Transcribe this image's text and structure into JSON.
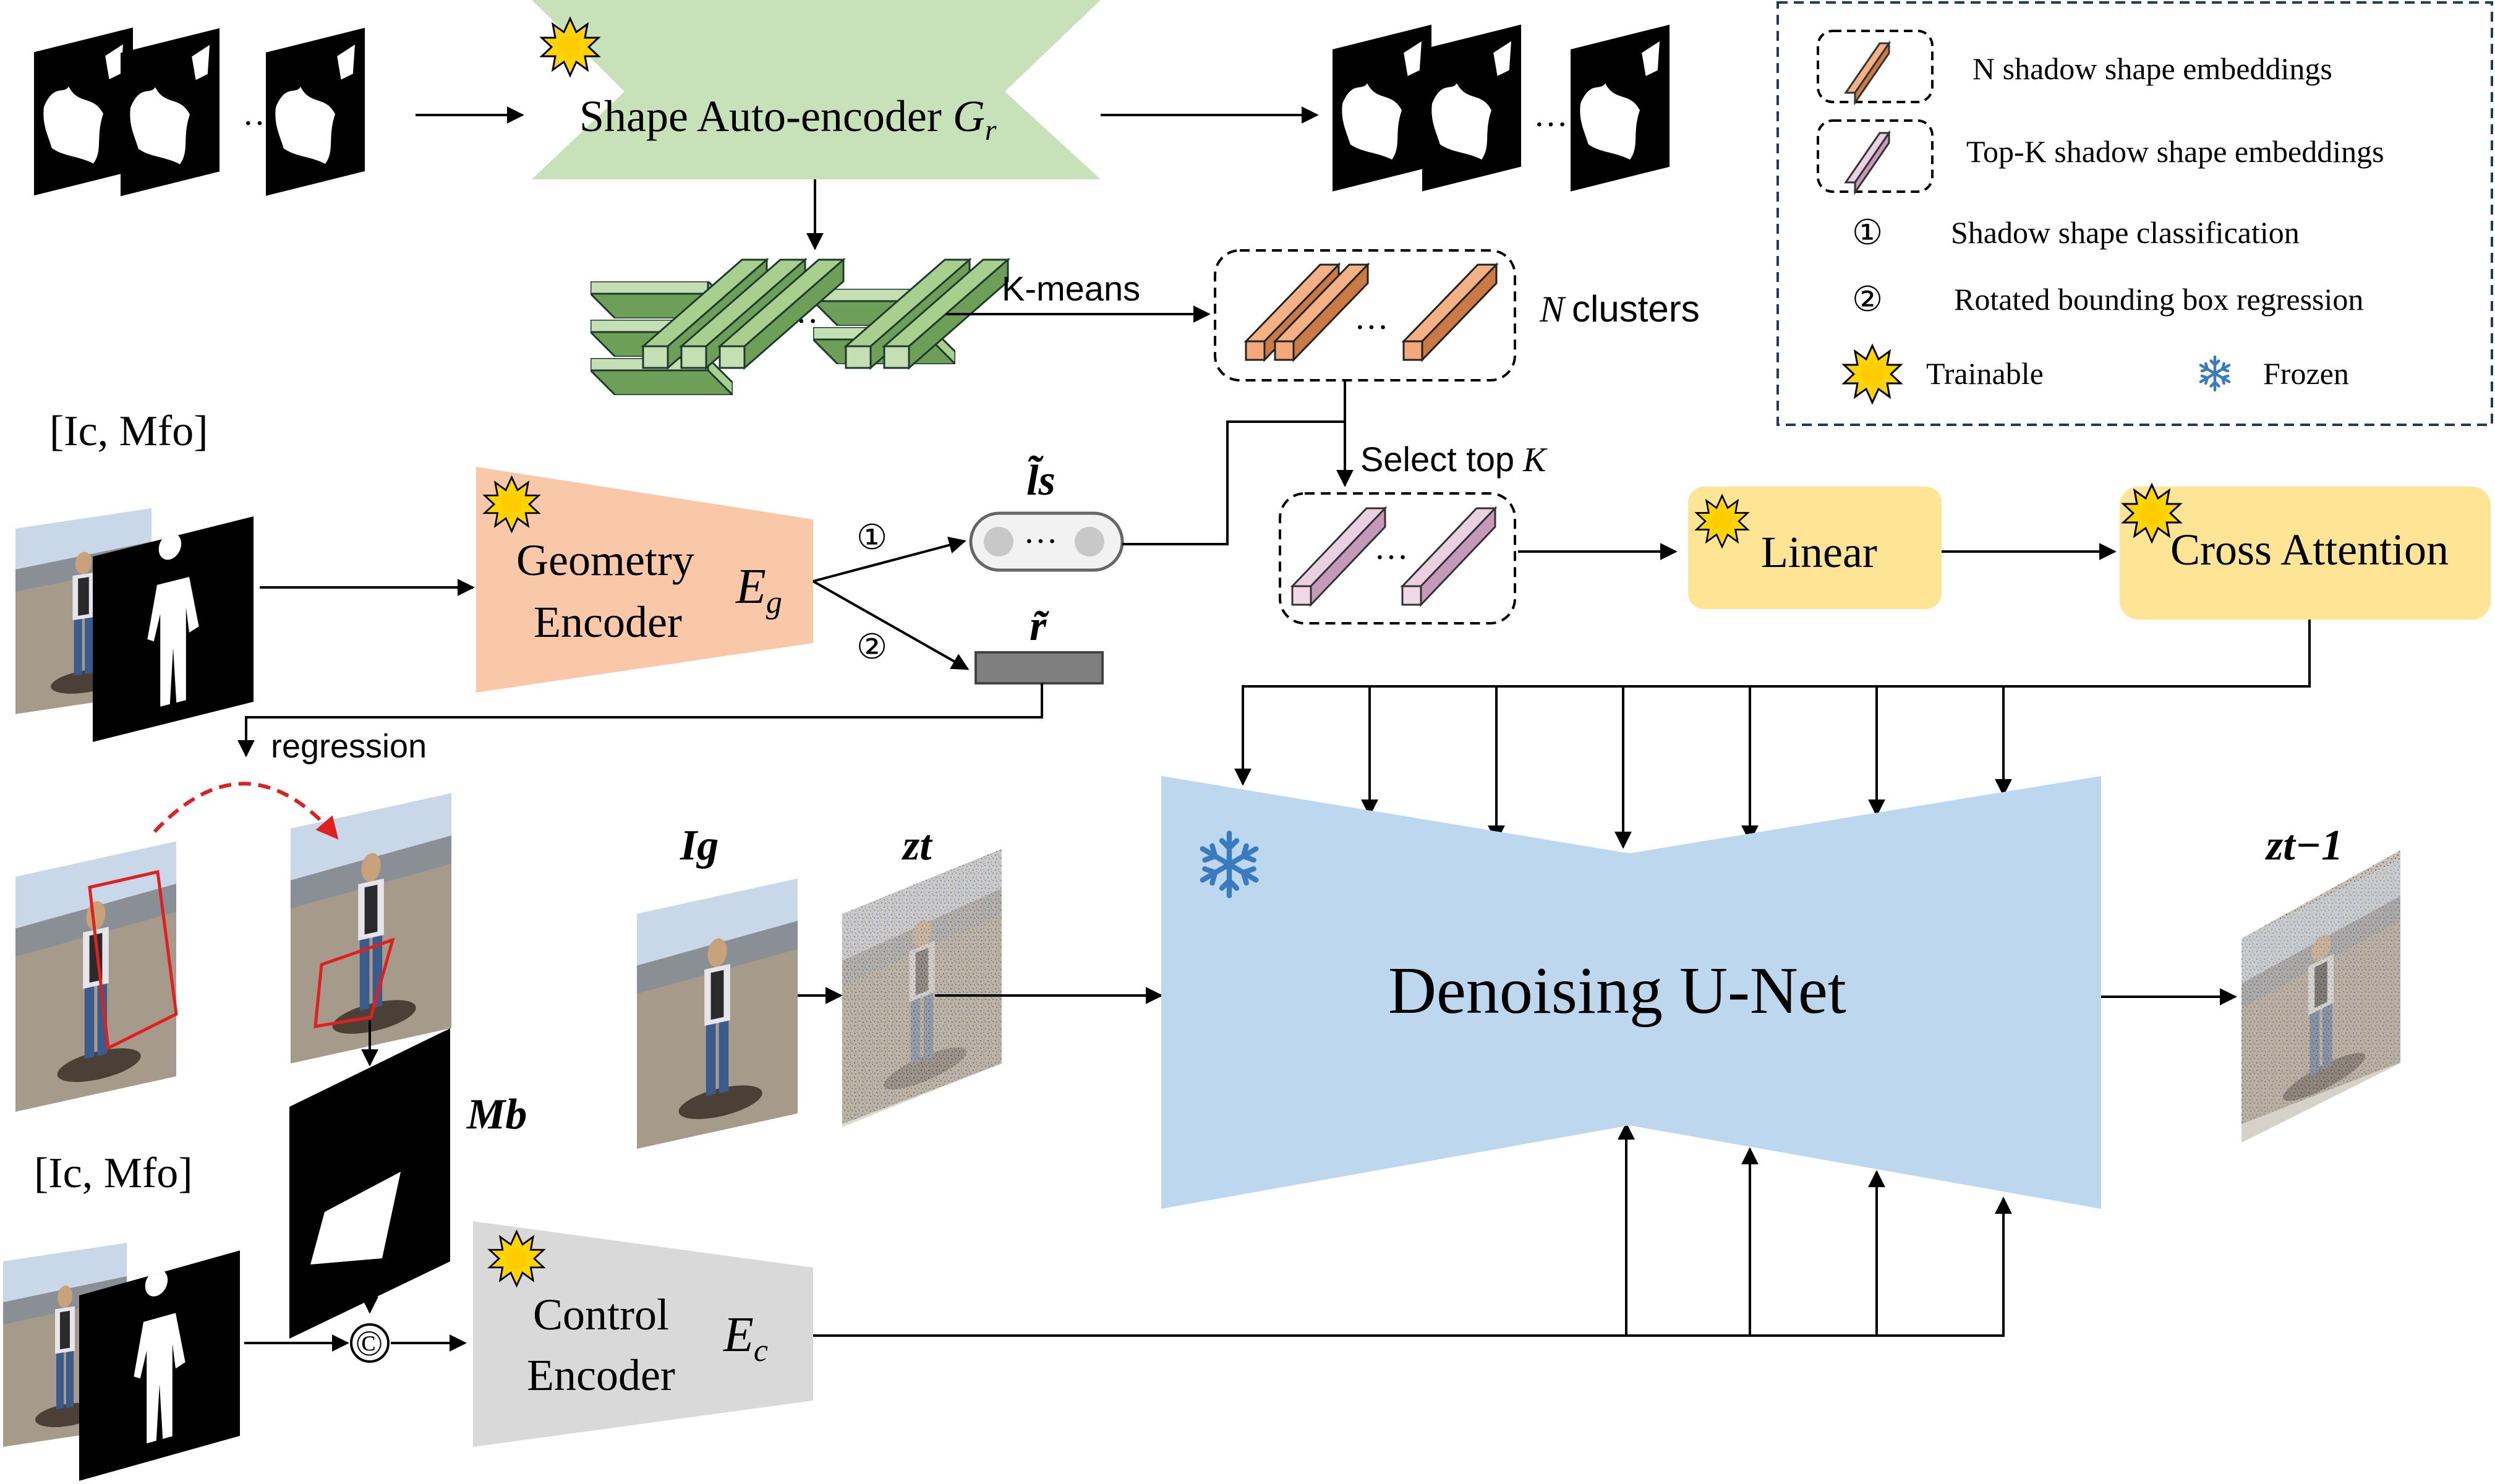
{
  "modules": {
    "shape_autoencoder": {
      "label": "Shape Auto-encoder",
      "symbol_main": "G",
      "symbol_sub": "r"
    },
    "geometry_encoder": {
      "line1": "Geometry",
      "line2": "Encoder",
      "symbol_main": "E",
      "symbol_sub": "g"
    },
    "control_encoder": {
      "line1": "Control",
      "line2": "Encoder",
      "symbol_main": "E",
      "symbol_sub": "c"
    },
    "linear": {
      "label": "Linear"
    },
    "cross_attention": {
      "label": "Cross Attention"
    },
    "unet": {
      "label": "Denoising U-Net"
    }
  },
  "labels": {
    "kmeans": "K-means",
    "n_clusters_symbol": "N",
    "n_clusters_text": "clusters",
    "select_top": "Select top",
    "select_top_symbol": "K",
    "regression": "regression",
    "step1": "①",
    "step2": "②",
    "dots": "···",
    "concat": "©"
  },
  "math": {
    "input_top": "[Ic, Mfo]",
    "input_bottom": "[Ic, Mfo]",
    "ls": "l̃s",
    "r": "r̃",
    "mb": "Mb",
    "ig": "Ig",
    "zt": "zt",
    "zt1": "zt−1"
  },
  "legend": {
    "items": [
      {
        "text": "N shadow shape embeddings"
      },
      {
        "text": "Top-K shadow shape embeddings"
      },
      {
        "marker": "①",
        "text": "Shadow shape classification"
      },
      {
        "marker": "②",
        "text": "Rotated bounding box regression"
      }
    ],
    "trainable": "Trainable",
    "frozen": "Frozen"
  },
  "colors": {
    "shape_ae": "#c7e1b8",
    "geometry": "#f8c8a8",
    "control": "#d9d9d9",
    "yellow_box": "#fde595",
    "unet": "#bdd7ee",
    "green_embed": "#c5dfb4",
    "orange_embed": "#f4b183",
    "pink_embed": "#e9c5d8",
    "legend_border": "#1f3864",
    "regression_arrow": "#e02020"
  }
}
